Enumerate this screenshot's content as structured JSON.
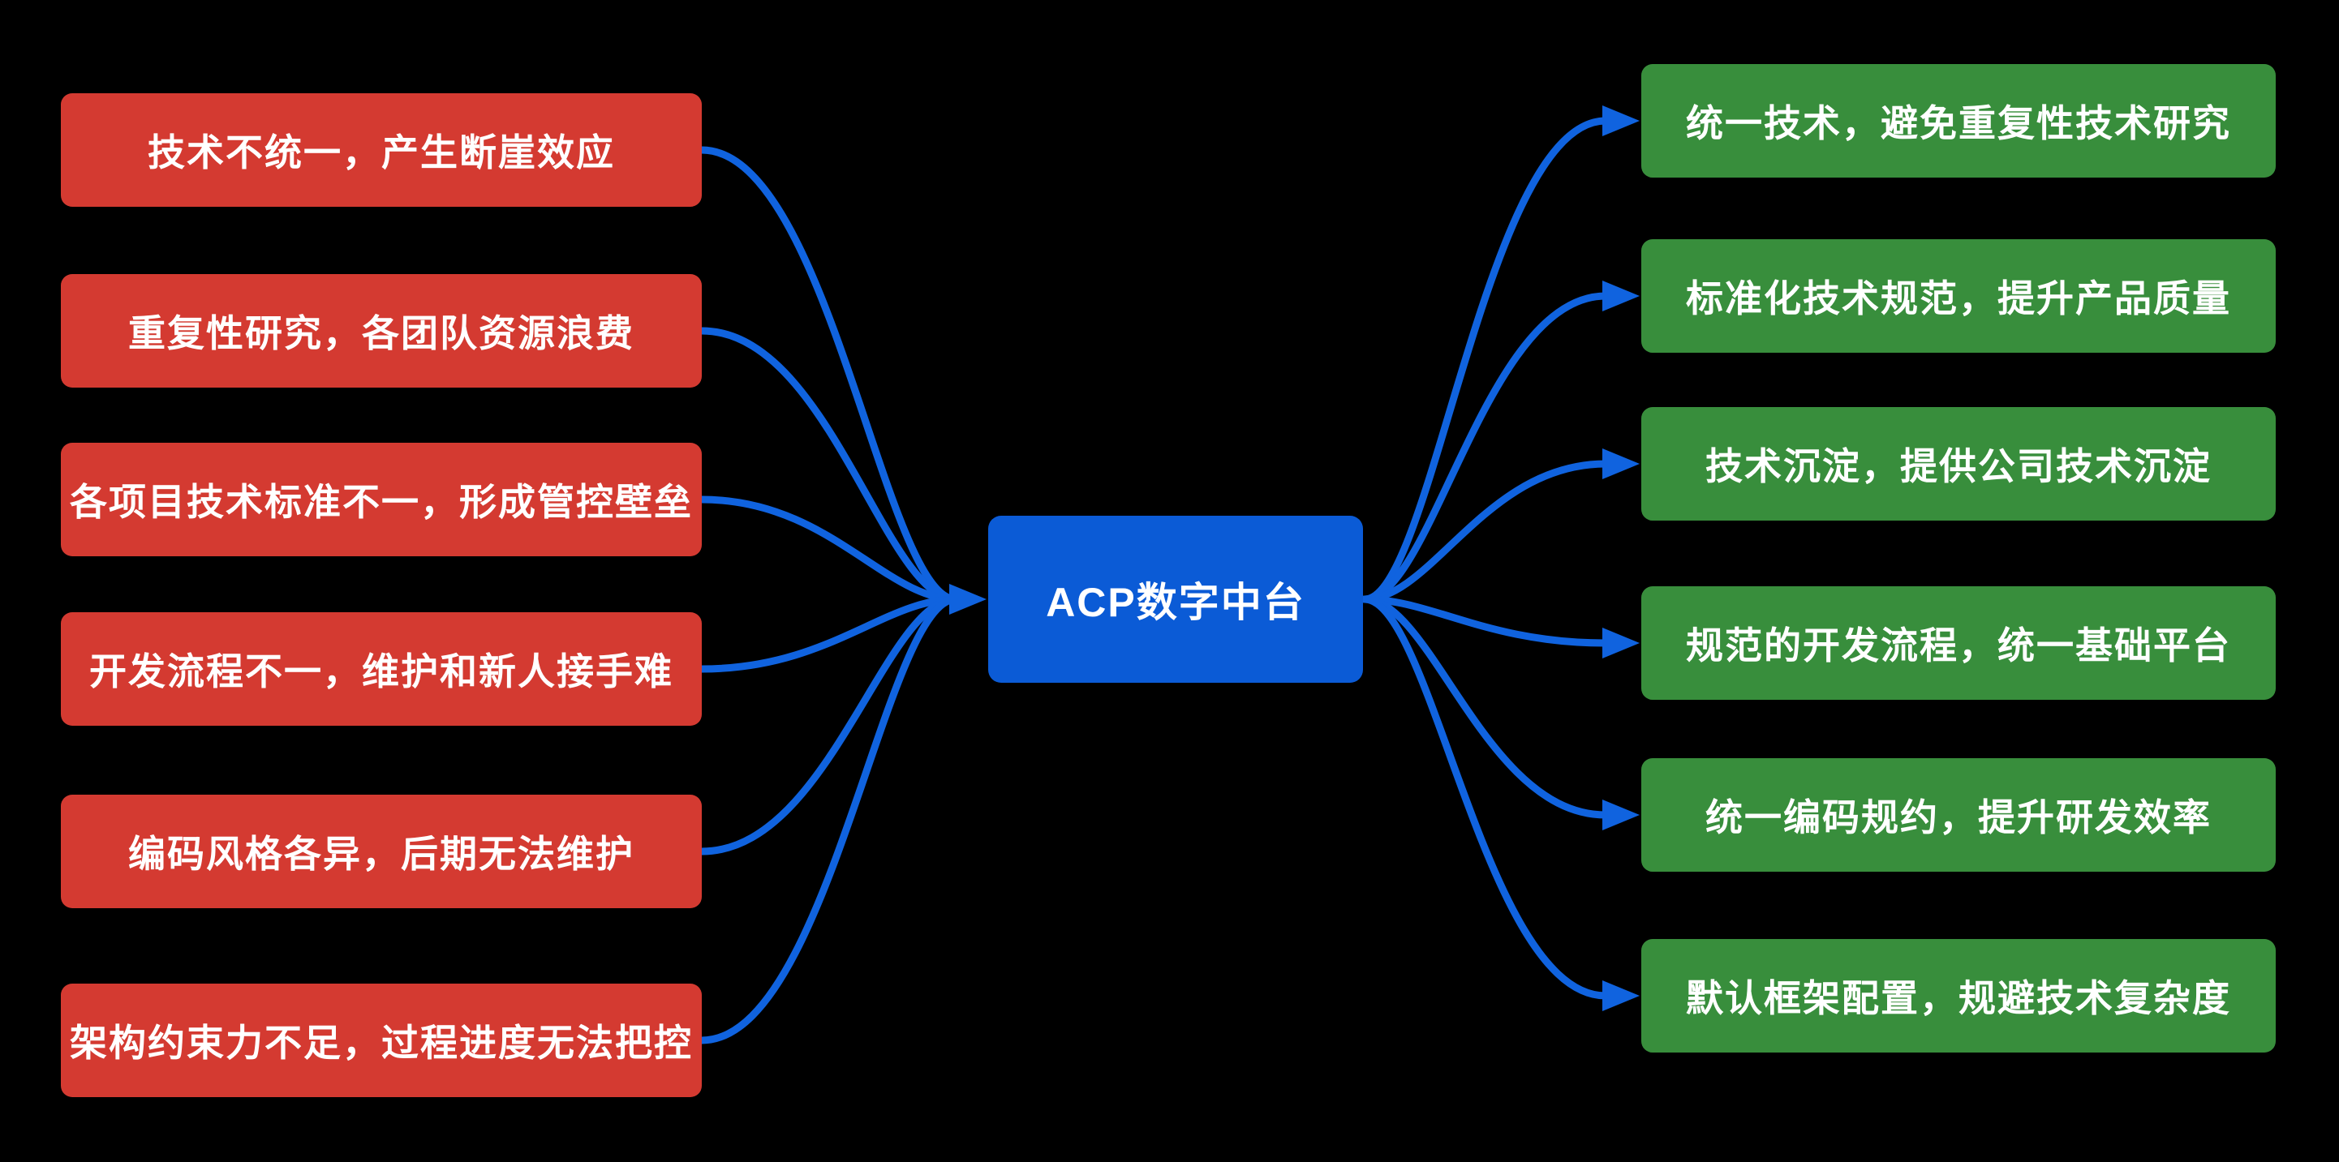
{
  "diagram": {
    "center": {
      "label": "ACP数字中台"
    },
    "left_items": [
      {
        "label": "技术不统一，产生断崖效应"
      },
      {
        "label": "重复性研究，各团队资源浪费"
      },
      {
        "label": "各项目技术标准不一，形成管控壁垒"
      },
      {
        "label": "开发流程不一，维护和新人接手难"
      },
      {
        "label": "编码风格各异，后期无法维护"
      },
      {
        "label": "架构约束力不足，过程进度无法把控"
      }
    ],
    "right_items": [
      {
        "label": "统一技术，避免重复性技术研究"
      },
      {
        "label": "标准化技术规范，提升产品质量"
      },
      {
        "label": "技术沉淀，提供公司技术沉淀"
      },
      {
        "label": "规范的开发流程，统一基础平台"
      },
      {
        "label": "统一编码规约，提升研发效率"
      },
      {
        "label": "默认框架配置，规避技术复杂度"
      }
    ],
    "colors": {
      "background": "#000000",
      "problem_box": "#d43a31",
      "benefit_box": "#388e3c",
      "center_box": "#0b5bd6",
      "connector": "#1063df",
      "text_color": "#ffffff"
    }
  }
}
